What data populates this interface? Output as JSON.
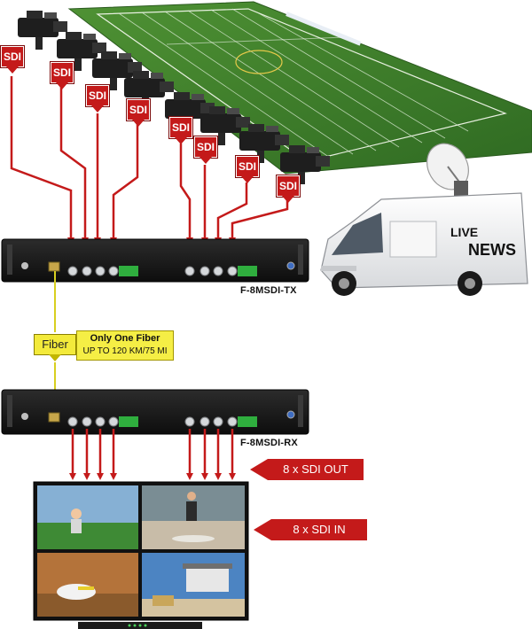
{
  "sdi_tags": [
    "SDI",
    "SDI",
    "SDI",
    "SDI",
    "SDI",
    "SDI",
    "SDI",
    "SDI"
  ],
  "transmitter": {
    "model": "F-8MSDI-TX"
  },
  "receiver": {
    "model": "F-8MSDI-RX"
  },
  "fiber": {
    "label": "Fiber",
    "note_title": "Only One Fiber",
    "note_detail": "UP TO 120 KM/75 MI"
  },
  "callouts": {
    "sdi_out": "8 x SDI OUT",
    "sdi_in": "8 x SDI IN"
  },
  "news_van": {
    "live": "LIVE",
    "news": "NEWS"
  },
  "colors": {
    "signal_red": "#c41a1a",
    "fiber_yellow": "#f3ea3b",
    "field_green": "#3f7f2a",
    "rack_black": "#1b1b1b"
  },
  "icons": [
    "video-camera-icon",
    "satellite-dish-icon",
    "bnc-connector-icon",
    "terminal-block-icon",
    "ground-screw-icon"
  ]
}
